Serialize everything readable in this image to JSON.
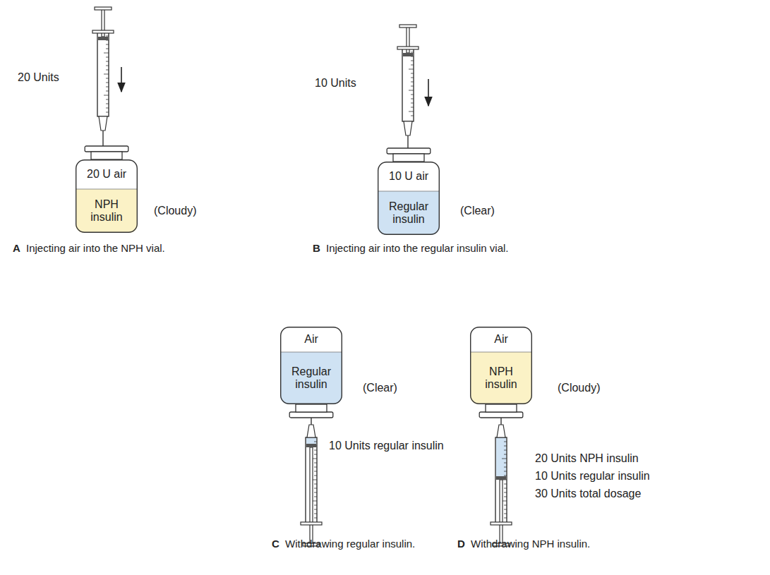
{
  "diagram": {
    "nodes": [
      {
        "text": [
          "20 U air",
          "NPH insulin"
        ]
      },
      {
        "text": [
          "10 U air",
          "Regular insulin"
        ]
      },
      {
        "text": [
          "Air",
          "Regular insulin"
        ]
      },
      {
        "text": [
          "Air",
          "NPH insulin"
        ]
      }
    ],
    "labels": [
      "20 Units",
      "(Cloudy)",
      "A",
      "Injecting air into the NPH vial.",
      "10 Units",
      "(Clear)",
      "B",
      "Injecting air into the regular insulin vial.",
      "(Clear)",
      "10 Units regular insulin",
      "C",
      "Withdrawing regular insulin.",
      "(Cloudy)",
      "20 Units NPH insulin",
      "10 Units regular insulin",
      "30 Units total dosage",
      "D",
      "Withdrawing NPH insulin."
    ]
  }
}
